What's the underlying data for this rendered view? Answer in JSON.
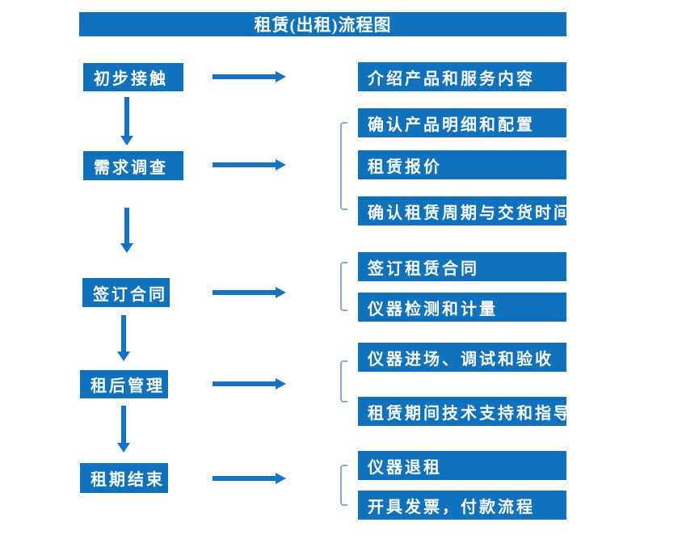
{
  "title": "租赁(出租)流程图",
  "colors": {
    "box_blue": "#1072BC",
    "arrow_blue": "#1573C6",
    "bracket_blue": "#8CA9DC",
    "text_white": "#FFFFFF",
    "background": "#FFFFFF"
  },
  "steps": [
    {
      "label": "初步接触",
      "details": [
        "介绍产品和服务内容"
      ]
    },
    {
      "label": "需求调查",
      "details": [
        "确认产品明细和配置",
        "租赁报价",
        "确认租赁周期与交货时间"
      ]
    },
    {
      "label": "签订合同",
      "details": [
        "签订租赁合同",
        "仪器检测和计量"
      ]
    },
    {
      "label": "租后管理",
      "details": [
        "仪器进场、调试和验收",
        "租赁期间技术支持和指导"
      ]
    },
    {
      "label": "租期结束",
      "details": [
        "仪器退租",
        "开具发票，付款流程"
      ]
    }
  ]
}
